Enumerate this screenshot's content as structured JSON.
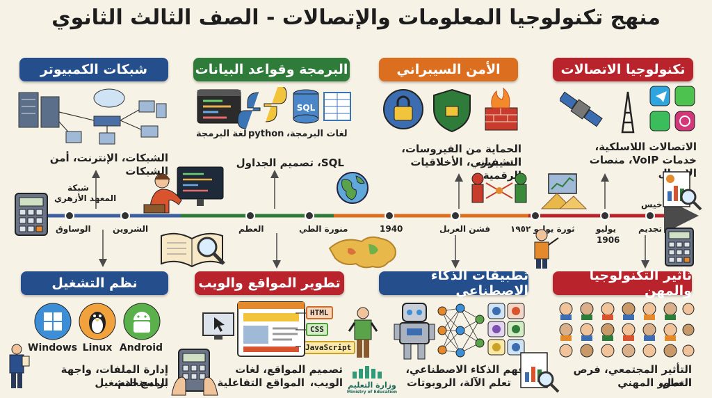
{
  "title": "منهج تكنولوجيا المعلومات والإتصالات - الصف الثالث الثانوي",
  "colors": {
    "networks": "#244f8c",
    "programming": "#2f7b3a",
    "security": "#dc6e1f",
    "telecom": "#b8232c",
    "timeline": "#4b4b4b"
  },
  "top_topics": [
    {
      "id": "networks",
      "title": "شبكات الكمبيوتر",
      "desc": "الشبكات، الإنترنت، أمن الشبكات"
    },
    {
      "id": "programming",
      "title": "البرمجة وقواعد البيانات",
      "desc": "SQL، تصميم الجداول",
      "items": [
        "لغات البرمجة،",
        "python",
        "لغة البرمجة"
      ],
      "sql_label": "SQL"
    },
    {
      "id": "security",
      "title": "الأمن السيبراني",
      "desc_line1": "الحماية من الفيروسات، التشفير،",
      "desc_line2": "السيبراني، الأخلاقيات الرقمية"
    },
    {
      "id": "telecom",
      "title": "تكنولوجيا الاتصالات",
      "desc_line1": "الاتصالات اللاسلكية،",
      "desc_line2": "خدمات VoIP، منصات الاتصال"
    }
  ],
  "bottom_topics": [
    {
      "id": "os",
      "title": "نظم التشغيل",
      "desc_line1": "إدارة الملفات، واجهة المستخدم،",
      "desc_line2": "برامج التشغيل",
      "os_list": [
        "Windows",
        "Linux",
        "Android"
      ]
    },
    {
      "id": "web",
      "title": "تطوير المواقع والويب",
      "desc_line1": "تصميم المواقع، لغات الويب،",
      "desc_line2": "المواقع التفاعلية",
      "tags": [
        "HTML",
        "CSS",
        "JavaScript"
      ]
    },
    {
      "id": "ai",
      "title": "تطبيقات الذكاء الاصطناعي",
      "desc_line1": "فهم الذكاء الاصطناعي،",
      "desc_line2": "تعلم الآلة، الروبوتات"
    },
    {
      "id": "impact",
      "title": "تأثير التكنولوجيا والمهن",
      "desc_line1": "التأثير المجتمعي، فرص العمل،",
      "desc_line2": "التطور المهني"
    }
  ],
  "timeline": {
    "labels": [
      {
        "text": "الوساوق"
      },
      {
        "text": "شبكة"
      },
      {
        "text": "المعهد الأزهري"
      },
      {
        "text": "الشروين"
      },
      {
        "text": "العطم"
      },
      {
        "text": "منورة الطي"
      },
      {
        "text": "1940"
      },
      {
        "text": "فشن العربل"
      },
      {
        "text": "ثورة يوليو ١٩٥٢"
      },
      {
        "text": "يوليو"
      },
      {
        "text": "1906"
      },
      {
        "text": "تجديم"
      },
      {
        "text": "خيس"
      }
    ]
  },
  "ministry": {
    "ar": "وزارة التعليم",
    "en": "Ministry of Education"
  }
}
